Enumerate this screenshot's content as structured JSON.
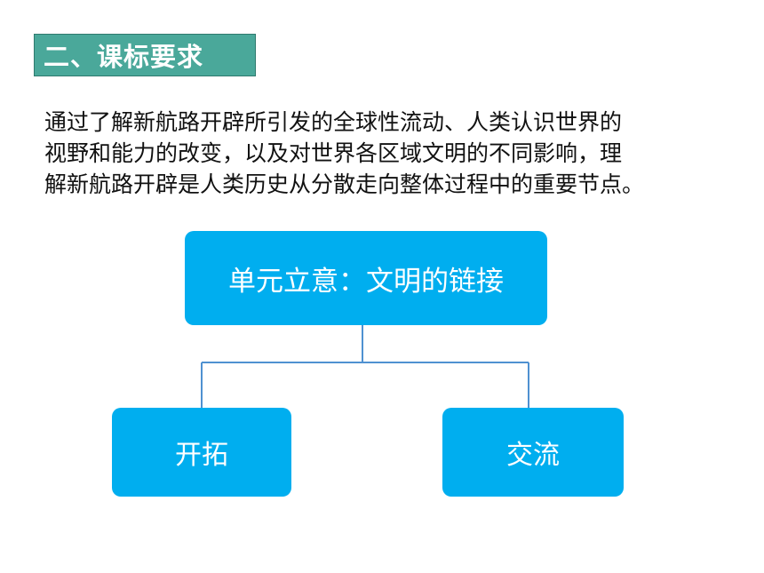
{
  "header": {
    "title": "二、课标要求"
  },
  "requirement": {
    "lines": [
      "通过了解新航路开辟所引发的全球性流动、人类认识世界的",
      "视野和能力的改变，以及对世界各区域文明的不同影响，理",
      "解新航路开辟是人类历史从分散走向整体过程中的重要节点。"
    ]
  },
  "diagram": {
    "root": "单元立意：文明的链接",
    "children": [
      "开拓",
      "交流"
    ]
  },
  "colors": {
    "header_bg": "#4aa89a",
    "node_bg": "#00aeef",
    "connector": "#4f91d1"
  }
}
